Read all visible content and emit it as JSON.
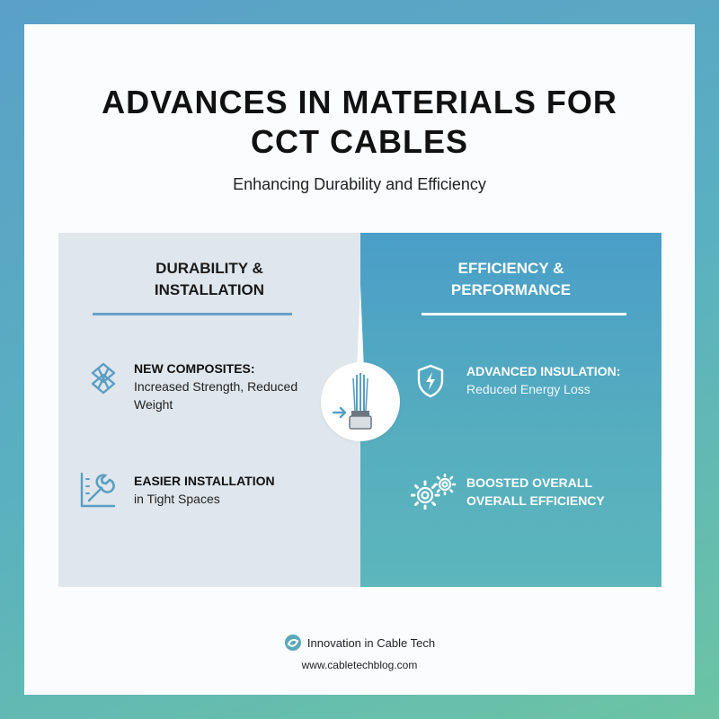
{
  "header": {
    "title_line1": "ADVANCES IN MATERIALS FOR",
    "title_line2": "CCT CABLES",
    "subtitle": "Enhancing Durability and Efficiency"
  },
  "left_panel": {
    "heading_line1": "DURABILITY &",
    "heading_line2": "INSTALLATION",
    "features": [
      {
        "icon": "composite-knot-icon",
        "title": "NEW COMPOSITES:",
        "desc_line1": "Increased Strength, Reduced",
        "desc_line2": "Weight"
      },
      {
        "icon": "wrench-chart-icon",
        "title": "EASIER INSTALLATION",
        "desc_line1": "in Tight Spaces"
      }
    ]
  },
  "right_panel": {
    "heading_line1": "EFFICIENCY &",
    "heading_line2": "PERFORMANCE",
    "features": [
      {
        "icon": "shield-bolt-icon",
        "title": "ADVANCED INSULATION:",
        "desc_line1": "Reduced Energy Loss"
      },
      {
        "icon": "gears-icon",
        "title": "BOOSTED OVERALL",
        "desc_line1": "OVERALL EFFICIENCY"
      }
    ]
  },
  "center": {
    "icon": "cable-icon"
  },
  "footer": {
    "brand_icon": "brand-swirl-icon",
    "brand": "Innovation in Cable Tech",
    "url": "www.cabletechblog.com"
  },
  "colors": {
    "accent_blue": "#4a9ec8",
    "accent_teal": "#5cb6bc",
    "left_panel_bg": "#dfe6ec",
    "icon_color": "#5a9ec4"
  }
}
